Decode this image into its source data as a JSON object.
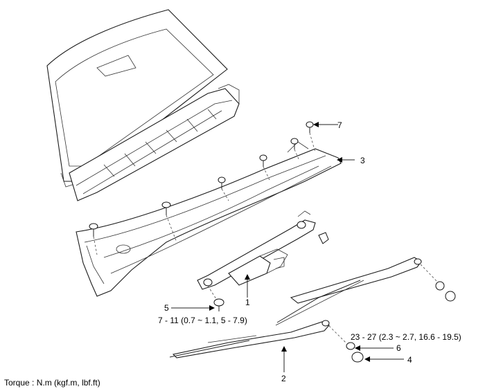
{
  "callouts": {
    "c1": "1",
    "c2": "2",
    "c3": "3",
    "c4": "4",
    "c5": "5",
    "c6": "6",
    "c7": "7"
  },
  "torque_values": {
    "motor_bolt": "7 - 11 (0.7 ~ 1.1, 5 - 7.9)",
    "arm_nut": "23 - 27 (2.3 ~ 2.7, 16.6 - 19.5)"
  },
  "legend": {
    "torque_units": "Torque : N.m (kgf.m, lbf.ft)"
  }
}
